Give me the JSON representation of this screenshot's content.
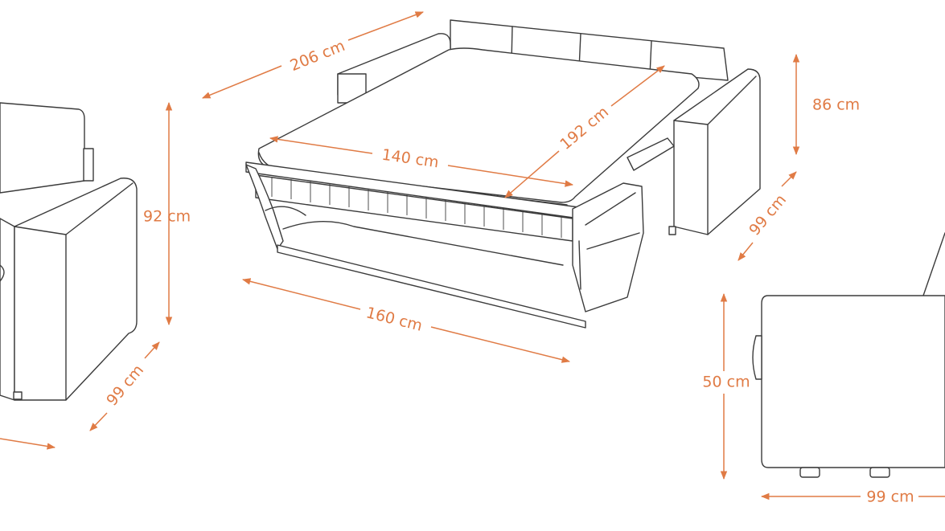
{
  "dimension_labels": {
    "width_total": "206 cm",
    "width_open": "160 cm",
    "mattress_width": "140 cm",
    "mattress_length": "192 cm",
    "depth_sofa_right": "99 cm",
    "height_back_right": "86 cm",
    "height_armchair": "92 cm",
    "depth_armchair": "99 cm",
    "seat_height": "50 cm",
    "side_depth": "99 cm"
  },
  "colors": {
    "dimension": "#e07b45",
    "outline": "#3b3b3b",
    "background": "#ffffff"
  }
}
